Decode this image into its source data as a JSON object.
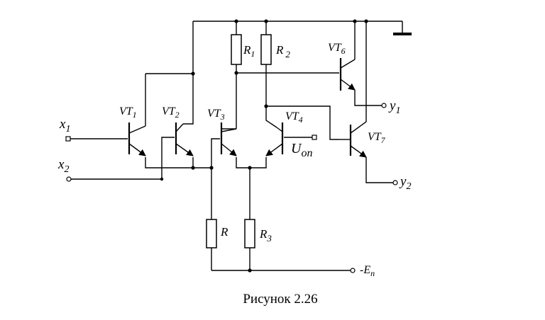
{
  "labels": {
    "x1": {
      "main": "x",
      "sub": "1"
    },
    "x2": {
      "main": "x",
      "sub": "2"
    },
    "vt1": {
      "main": "VT",
      "sub": "1"
    },
    "vt2": {
      "main": "VT",
      "sub": "2"
    },
    "vt3": {
      "main": "VT",
      "sub": "3"
    },
    "vt4": {
      "main": "VT",
      "sub": "4"
    },
    "vt6": {
      "main": "VT",
      "sub": "6"
    },
    "vt7": {
      "main": "VT",
      "sub": "7"
    },
    "r1": {
      "main": "R",
      "sub": "1"
    },
    "r2": {
      "main": "R",
      "sub": "2"
    },
    "r": {
      "main": "R"
    },
    "r3": {
      "main": "R",
      "sub": "3"
    },
    "y1": {
      "main": "y",
      "sub": "1"
    },
    "y2": {
      "main": "y",
      "sub": "2"
    },
    "uon": {
      "main": "U",
      "sub": "on"
    },
    "en": {
      "main": "-E",
      "sub": "n"
    }
  },
  "caption": "Рисунок 2.26"
}
